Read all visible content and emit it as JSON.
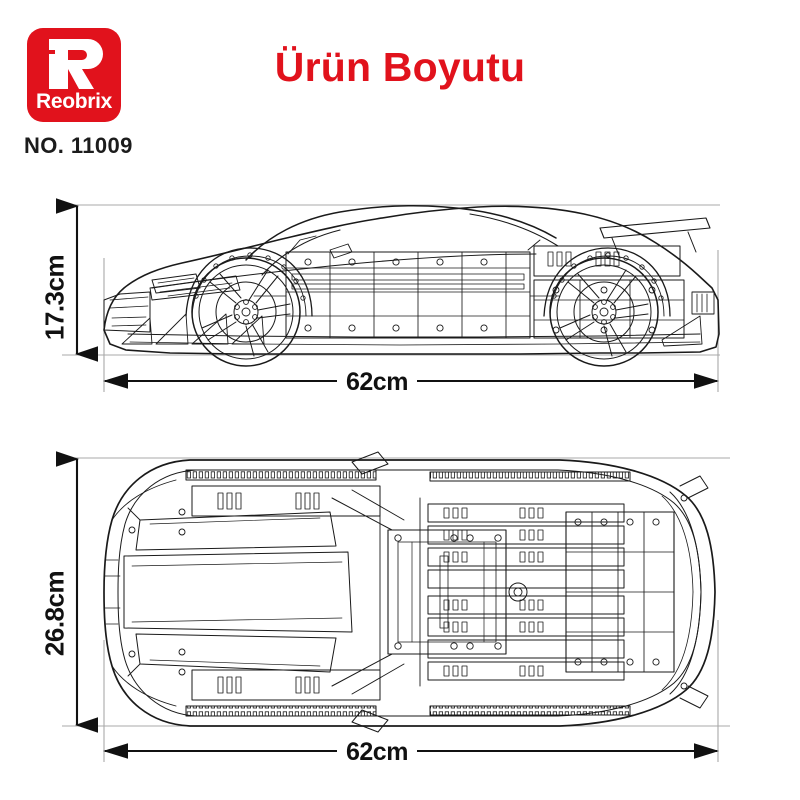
{
  "brand": {
    "logo_mark": "iR",
    "logo_word": "Reobrix",
    "logo_color": "#e1121c",
    "logo_text_color": "#ffffff"
  },
  "header": {
    "title": "Ürün Boyutu",
    "title_color": "#e1121c",
    "product_no": "NO. 11009"
  },
  "dimensions": {
    "side_view": {
      "height": "17.3cm",
      "width": "62cm"
    },
    "top_view": {
      "height": "26.8cm",
      "width": "62cm"
    }
  },
  "drawing": {
    "line_color": "#1a1a1a",
    "extension_line_color": "#9a9a9a",
    "background": "#ffffff",
    "side_view_subject": "sports-car-side-elevation",
    "top_view_subject": "sports-car-plan-view"
  }
}
